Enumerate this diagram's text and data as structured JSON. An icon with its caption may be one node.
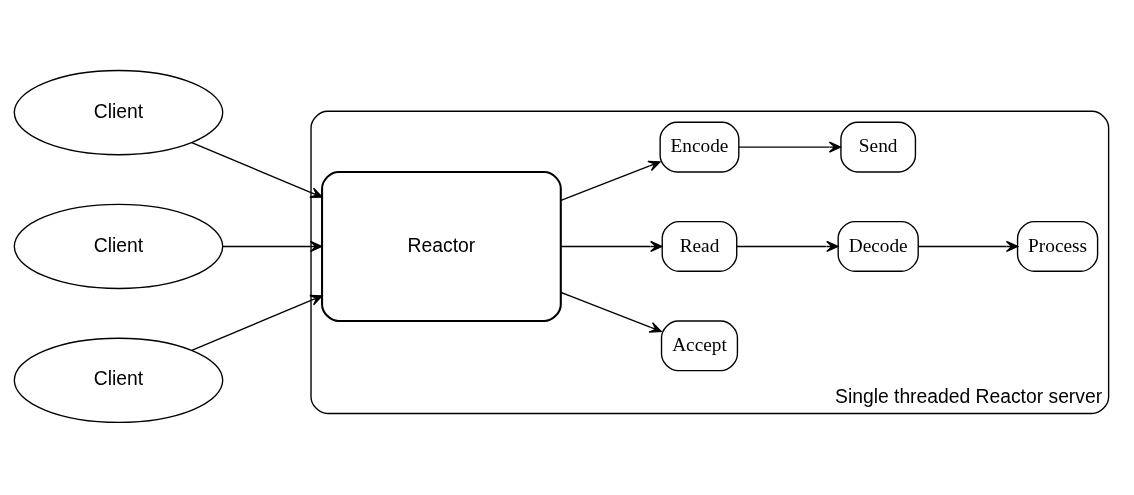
{
  "diagram": {
    "nodes": [
      {
        "text": [
          "Client"
        ]
      },
      {
        "text": [
          "Client"
        ]
      },
      {
        "text": [
          "Client"
        ]
      },
      {
        "text": [
          "Single threaded Reactor server"
        ]
      },
      {
        "text": [
          "Reactor"
        ],
        "in": 3
      },
      {
        "text": [
          "Accept"
        ],
        "in": 3
      },
      {
        "text": [
          "Read"
        ],
        "in": 3
      },
      {
        "text": [
          "Decode"
        ],
        "in": 3
      },
      {
        "text": [
          "Process"
        ],
        "in": 3
      },
      {
        "text": [
          "Encode"
        ],
        "in": 3
      },
      {
        "text": [
          "Send"
        ],
        "in": 3
      }
    ],
    "edges": [
      {
        "from": 0,
        "to": 4,
        "arrow": "to"
      },
      {
        "from": 1,
        "to": 4,
        "arrow": "to"
      },
      {
        "from": 2,
        "to": 4,
        "arrow": "to"
      },
      {
        "from": 4,
        "to": 5,
        "arrow": "to"
      },
      {
        "from": 4,
        "to": 6,
        "arrow": "to"
      },
      {
        "from": 4,
        "to": 9,
        "arrow": "to"
      },
      {
        "from": 6,
        "to": 7,
        "arrow": "to"
      },
      {
        "from": 7,
        "to": 8,
        "arrow": "to"
      },
      {
        "from": 9,
        "to": 10,
        "arrow": "to"
      }
    ]
  }
}
